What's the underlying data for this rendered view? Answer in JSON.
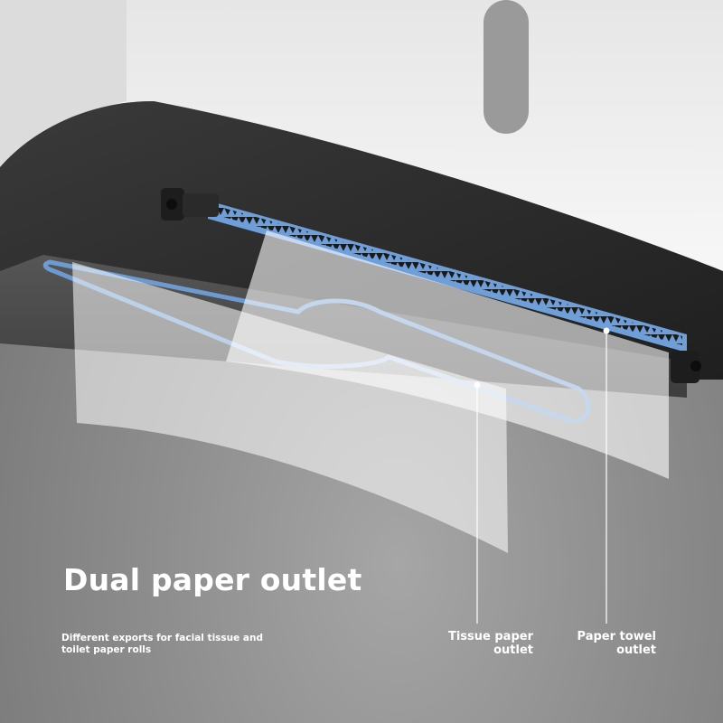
{
  "headline": "Dual paper outlet",
  "subtitle": "Different exports for facial tissue and toilet paper rolls",
  "callouts": {
    "tissue": {
      "line1": "Tissue paper",
      "line2": "outlet"
    },
    "towel": {
      "line1": "Paper towel",
      "line2": "outlet"
    }
  },
  "colors": {
    "wall": "#8f8f8f",
    "dispenser_top": "#f2f2f2",
    "dispenser_body": "#2c2c2c",
    "outlet_highlight": "#6f9fd8",
    "text": "#ffffff"
  }
}
